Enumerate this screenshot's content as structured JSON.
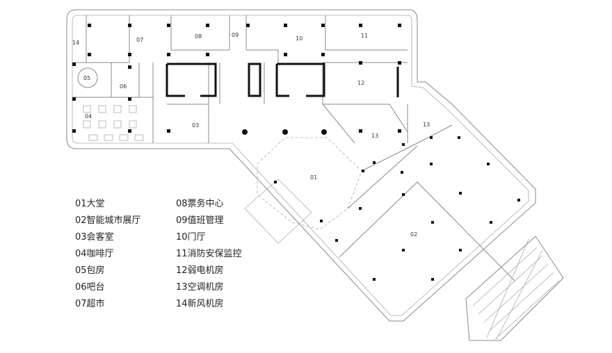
{
  "rooms": [
    {
      "id": "01",
      "label": "01"
    },
    {
      "id": "02",
      "label": "02"
    },
    {
      "id": "03",
      "label": "03"
    },
    {
      "id": "04",
      "label": "04"
    },
    {
      "id": "05",
      "label": "05"
    },
    {
      "id": "06",
      "label": "06"
    },
    {
      "id": "07",
      "label": "07"
    },
    {
      "id": "08",
      "label": "08"
    },
    {
      "id": "09",
      "label": "09"
    },
    {
      "id": "10",
      "label": "10"
    },
    {
      "id": "11",
      "label": "11"
    },
    {
      "id": "12",
      "label": "12"
    },
    {
      "id": "13a",
      "label": "13"
    },
    {
      "id": "13b",
      "label": "13"
    },
    {
      "id": "14",
      "label": "14"
    }
  ],
  "legend": {
    "left": [
      "01大堂",
      "02智能城市展厅",
      "03会客室",
      "04咖啡厅",
      "05包房",
      "06吧台",
      "07超市"
    ],
    "right": [
      "08票务中心",
      "09值班管理",
      "10门厅",
      "11消防安保监控",
      "12弱电机房",
      "13空调机房",
      "14新风机房"
    ]
  }
}
